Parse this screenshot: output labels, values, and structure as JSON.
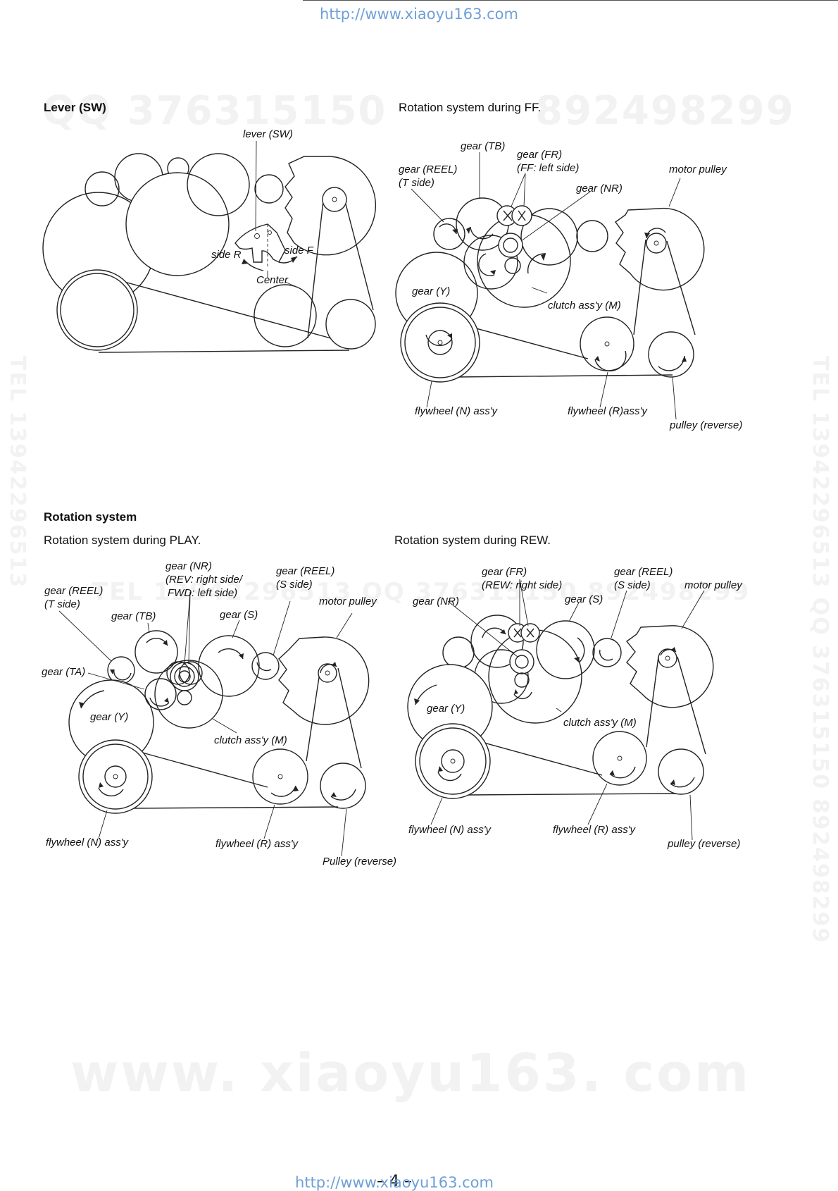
{
  "header_url": "http://www.xiaoyu163.com",
  "footer_url": "http://www.xiaoyu163.com",
  "page_number": "– 4 –",
  "watermarks": {
    "qq1": "QQ 376315150",
    "qq2": "892498299",
    "tel_mid": "TEL 13942296513 QQ 376315150 892498299",
    "site": "www. xiaoyu163. com",
    "side_right": "TEL 13942296513 QQ 376315150 892498299",
    "side_left": "TEL 13942296513"
  },
  "sections": {
    "lever_title": "Lever (SW)",
    "ff_title": "Rotation system during FF.",
    "rotation_title": "Rotation system",
    "play_title": "Rotation system during PLAY.",
    "rew_title": "Rotation system during REW."
  },
  "lever": {
    "lever_sw": "lever (SW)",
    "side_r": "side R",
    "side_f": "side F",
    "center": "Center"
  },
  "ff": {
    "gear_tb": "gear (TB)",
    "gear_fr_1": "gear (FR)",
    "gear_fr_2": "(FF: left side)",
    "gear_reel_1": "gear (REEL)",
    "gear_reel_2": "(T side)",
    "motor_pulley": "motor pulley",
    "gear_nr": "gear (NR)",
    "gear_y": "gear (Y)",
    "clutch": "clutch ass'y (M)",
    "flywheel_n": "flywheel (N) ass'y",
    "flywheel_r": "flywheel (R)ass'y",
    "pulley_rev": "pulley (reverse)"
  },
  "play": {
    "gear_nr_1": "gear (NR)",
    "gear_nr_2": "(REV: right side/",
    "gear_nr_3": "FWD: left side)",
    "gear_reel_s_1": "gear (REEL)",
    "gear_reel_s_2": "(S side)",
    "gear_reel_t_1": "gear (REEL)",
    "gear_reel_t_2": "(T side)",
    "motor_pulley": "motor pulley",
    "gear_tb": "gear (TB)",
    "gear_s": "gear (S)",
    "gear_ta": "gear (TA)",
    "gear_y": "gear (Y)",
    "clutch": "clutch ass'y (M)",
    "flywheel_n": "flywheel (N) ass'y",
    "flywheel_r": "flywheel (R) ass'y",
    "pulley_rev": "Pulley (reverse)"
  },
  "rew": {
    "gear_fr_1": "gear (FR)",
    "gear_fr_2": "(REW: right side)",
    "gear_reel_1": "gear (REEL)",
    "gear_reel_2": "(S side)",
    "motor_pulley": "motor pulley",
    "gear_nr": "gear (NR)",
    "gear_s": "gear (S)",
    "gear_y": "gear (Y)",
    "clutch": "clutch ass'y (M)",
    "flywheel_n": "flywheel (N) ass'y",
    "flywheel_r": "flywheel (R) ass'y",
    "pulley_rev": "pulley (reverse)"
  }
}
